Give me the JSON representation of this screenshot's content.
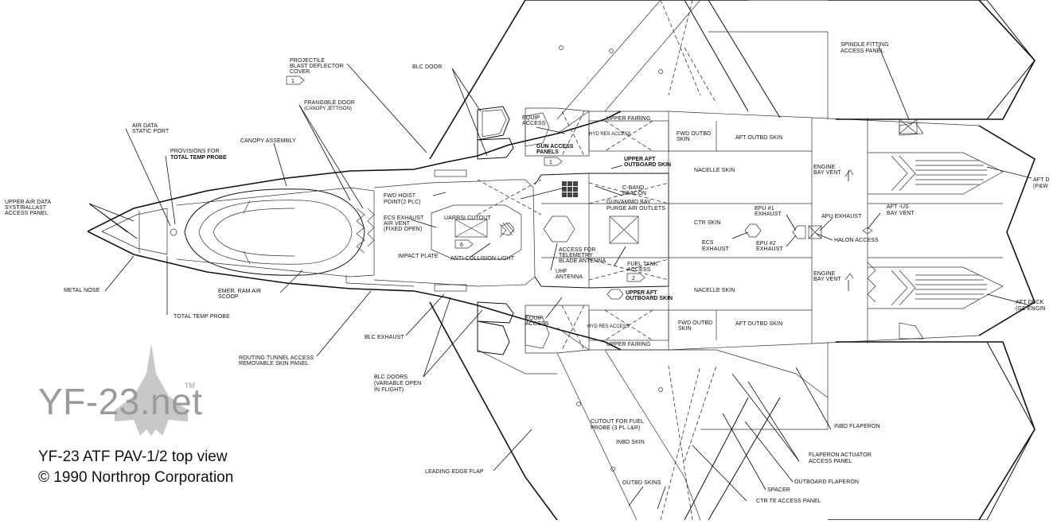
{
  "caption": {
    "watermark": "YF-23.net",
    "trademark": "TM",
    "title": "YF-23 ATF PAV-1/2 top view",
    "copyright": "© 1990 Northrop Corporation"
  },
  "labels": {
    "projectile": "PROJECTILE",
    "blast_deflector": "BLAST DEFLECTOR",
    "cover": "COVER",
    "blc_door": "BLC DOOR",
    "frangible_door": "FRANGIBLE DOOR",
    "canopy_jettison": "(CANOPY JETTISON)",
    "air_data": "AIR DATA",
    "static_port": "STATIC PORT",
    "canopy_assembly": "CANOPY ASSEMBLY",
    "provisions_for": "PROVISIONS FOR",
    "total_temp_probe_prov": "TOTAL TEMP PROBE",
    "upper_air_data": "UPPER AIR DATA",
    "syst_ballast": "SYST/BALLAST",
    "access_panel": "ACCESS PANEL",
    "metal_nose": "METAL NOSE",
    "total_temp_probe": "TOTAL TEMP PROBE",
    "emer_ram_air": "EMER. RAM AIR",
    "scoop": "SCOOP",
    "blc_exhaust": "BLC EXHAUST",
    "routing_tunnel": "ROUTING TUNNEL ACCESS",
    "removable_skin": "REMOVABLE SKIN PANEL",
    "blc_doors": "BLC DOORS",
    "variable_open": "(VARIABLE OPEN",
    "in_flight": "IN FLIGHT)",
    "leading_edge_flap": "LEADING EDGE FLAP",
    "fwd_hoist": "FWD HOIST",
    "point_2plc": "POINT(2 PLC)",
    "ecs_exhaust": "ECS EXHAUST",
    "air_vent": "AIR VENT",
    "fixed_open": "(FIXED OPEN)",
    "uarrsi_cutout": "UARRSI CUTOUT",
    "impact_plate": "IMPACT PLATE",
    "anti_collision": "ANTI-COLLISION LIGHT",
    "equip_access": "EQUIP",
    "access_word": "ACCESS",
    "gun_access": "GUN ACCESS",
    "panels": "PANELS",
    "upper_fairing": "UPPER FAIRING",
    "hyd_res_access": "HYD RES ACCESS",
    "fwd_outbd": "FWD OUTBD",
    "skin": "SKIN",
    "aft_outbd_skin": "AFT OUTBD SKIN",
    "upper_aft": "UPPER AFT",
    "outboard_skin": "OUTBOARD SKIN",
    "c_band": "C-BAND",
    "beacon": "BEACON",
    "gun_ammo_bay": "GUN/AMMO BAY",
    "purge_air": "PURGE AIR OUTLETS",
    "access_for": "ACCESS FOR",
    "telemetry": "TELEMETRY",
    "blade_antenna": "BLADE ANTENNA",
    "uhf": "UHF",
    "antenna": "ANTENNA",
    "fuel_tank": "FUEL TANK",
    "nacelle_skin": "NACELLE SKIN",
    "ctr_skin": "CTR SKIN",
    "ecs_word": "ECS",
    "exhaust": "EXHAUST",
    "epu1": "EPU #1",
    "epu2": "EPU #2",
    "apu_exhaust": "APU EXHAUST",
    "halon_access": "HALON ACCESS",
    "aft_us": "AFT -US",
    "bay_vent": "BAY VENT",
    "engine": "ENGINE",
    "spindle_fitting": "SPINDLE FITTING",
    "aft_deck": "AFT DECK",
    "pw": "(P&W",
    "ge_engine": "(GE ENGIN",
    "aft_d": "AFT D",
    "cutout_fuel": "CUTOUT FOR FUEL",
    "probe_3pl": "PROBE (3 PL L&R)",
    "inbd_skin": "INBD SKIN",
    "outbd_skins": "OUTBD SKINS",
    "spacer": "SPACER",
    "ctr_te": "CTR TE ACCESS PANEL",
    "outboard_flaperon": "OUTBOARD FLAPERON",
    "flaperon_actuator": "FLAPERON ACTUATOR",
    "inbd_flaperon": "INBD FLAPERON",
    "callout_1": "1",
    "callout_2": "2",
    "callout_6": "6"
  }
}
